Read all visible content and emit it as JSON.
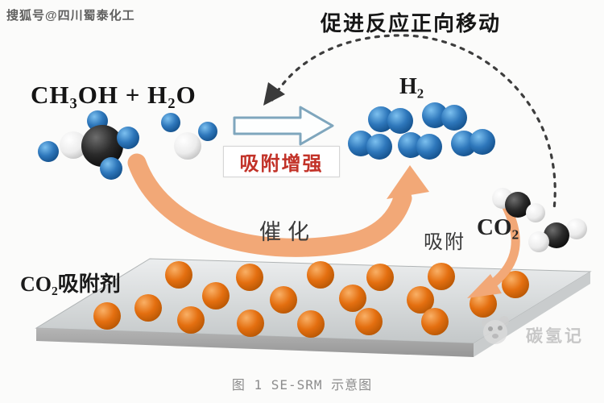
{
  "watermarks": {
    "top_left": "搜狐号@四川蜀泰化工",
    "bottom_right": "碳氢记"
  },
  "diagram": {
    "promotion_title": "促进反应正向移动",
    "reactants": "CH₃OH + H₂O",
    "enhancement_label": "吸附增强",
    "product_label": "H₂",
    "catalysis_label": "催化",
    "adsorption_label": "吸附",
    "co2_label": "CO₂",
    "adsorbent_label": "CO₂吸附剂"
  },
  "caption": "图 1 SE-SRM 示意图",
  "colors": {
    "enhancement_text": "#c23228",
    "arrow_orange": "#f2a877",
    "particle_orange": "#e2700f",
    "molecule_blue": "#2e77bb",
    "plate_gray": "#cfd2d3",
    "dashed_arc": "#3d3d3d"
  }
}
